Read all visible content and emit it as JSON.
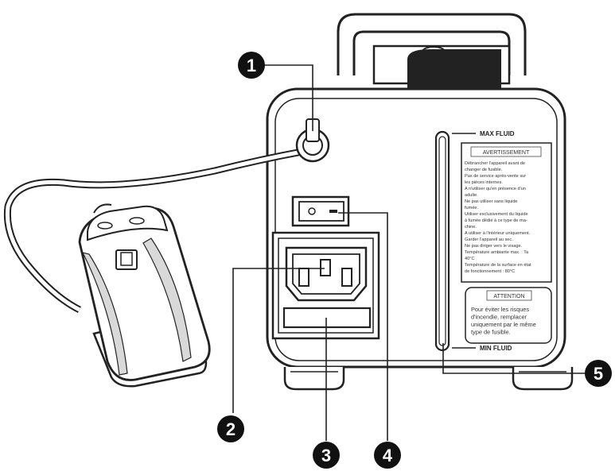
{
  "labels": {
    "max_fluid": "MAX FLUID",
    "min_fluid": "MIN FLUID"
  },
  "warning_panel": {
    "title": "AVERTISSEMENT",
    "lines": [
      "Débrancher l'appareil avant de",
      "changer de fusible.",
      "Pas de service après-vente sur",
      "les pièces internes.",
      "A n'utiliser qu'en présence d'un",
      "adulte.",
      "Ne pas utiliser sans liquide",
      "fumée.",
      "Utiliser exclusivement du liquide",
      "à fumée dédié à ce type de ma-",
      "chine.",
      "A utiliser à l'intérieur uniquement.",
      "Garder l'appareil au sec.",
      "Ne pas diriger vers le visage.",
      "Température ambiante max. : Ta",
      "40°C",
      "Température de la surface en état",
      "de fonctionnement : 80°C"
    ]
  },
  "attention_panel": {
    "title": "ATTENTION",
    "lines": [
      "Pour éviter les risques",
      "d'incendie, remplacer",
      "uniquement par le même",
      "type de fusible."
    ]
  },
  "callouts": [
    {
      "number": "1"
    },
    {
      "number": "2"
    },
    {
      "number": "3"
    },
    {
      "number": "4"
    },
    {
      "number": "5"
    }
  ],
  "colors": {
    "line": "#222222",
    "callout_fill": "#111111",
    "body_fill": "#ffffff",
    "shade": "#d9d9d9"
  }
}
